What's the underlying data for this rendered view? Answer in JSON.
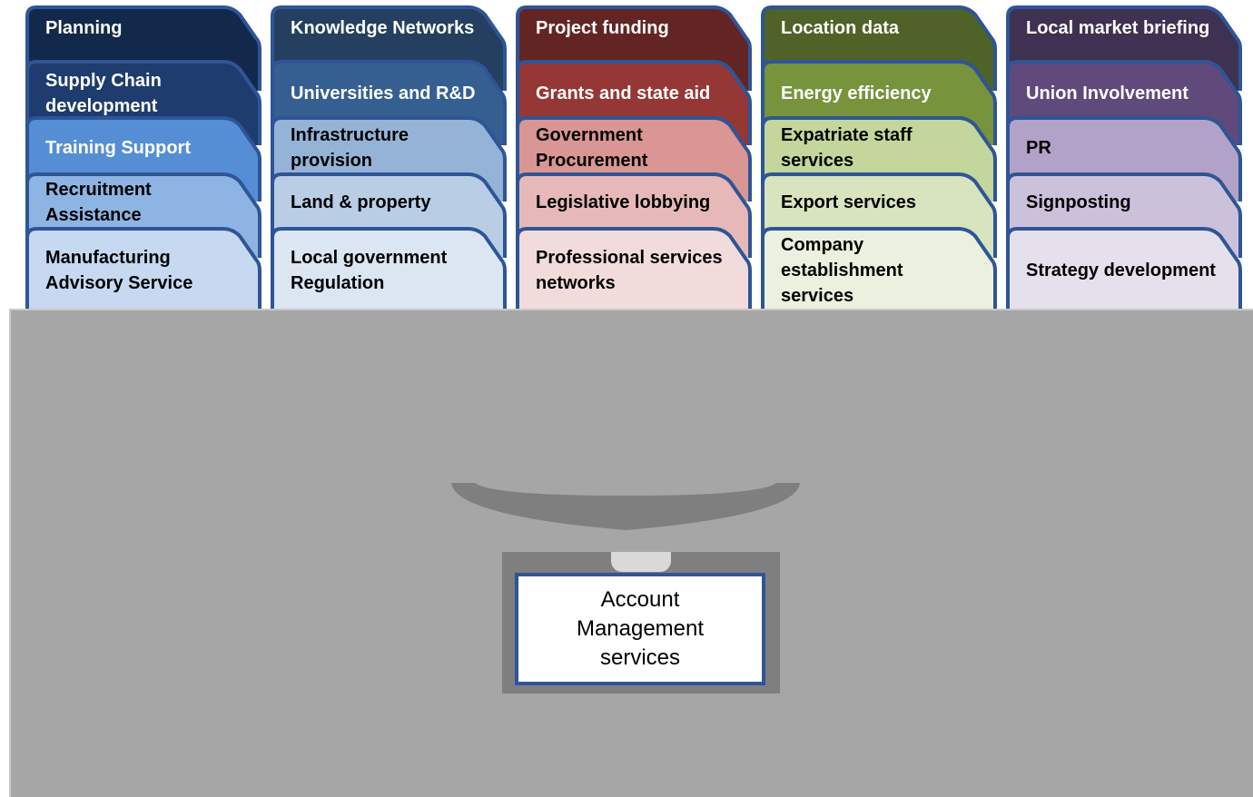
{
  "columns": [
    {
      "tabs": [
        {
          "label": "Planning",
          "fill": "#13294b"
        },
        {
          "label": "Supply Chain\ndevelopment",
          "fill": "#1f3c6e"
        },
        {
          "label": "Training Support",
          "fill": "#558ed5"
        },
        {
          "label": "Recruitment\nAssistance",
          "fill": "#8eb4e3"
        },
        {
          "label": "Manufacturing\nAdvisory Service",
          "fill": "#c6d9f1"
        }
      ]
    },
    {
      "tabs": [
        {
          "label": "Knowledge Networks",
          "fill": "#243f60"
        },
        {
          "label": "Universities and R&D",
          "fill": "#365f91"
        },
        {
          "label": "Infrastructure\nprovision",
          "fill": "#95b3d7"
        },
        {
          "label": "Land & property",
          "fill": "#b9cde5"
        },
        {
          "label": "Local government\nRegulation",
          "fill": "#dce6f2"
        }
      ]
    },
    {
      "tabs": [
        {
          "label": "Project funding",
          "fill": "#632523"
        },
        {
          "label": "Grants and state aid",
          "fill": "#953735"
        },
        {
          "label": "Government\nProcurement",
          "fill": "#d99694"
        },
        {
          "label": "Legislative lobbying",
          "fill": "#e6b9b8"
        },
        {
          "label": "Professional services\nnetworks",
          "fill": "#f2dcdb"
        }
      ]
    },
    {
      "tabs": [
        {
          "label": "Location data",
          "fill": "#4f6228"
        },
        {
          "label": "Energy efficiency",
          "fill": "#77933c"
        },
        {
          "label": "Expatriate staff\nservices",
          "fill": "#c3d69b"
        },
        {
          "label": "Export services",
          "fill": "#d7e4bd"
        },
        {
          "label": "Company\nestablishment\nservices",
          "fill": "#ebf1de"
        }
      ]
    },
    {
      "tabs": [
        {
          "label": "Local market briefing",
          "fill": "#3f3151"
        },
        {
          "label": "Union Involvement",
          "fill": "#604a7b"
        },
        {
          "label": "PR",
          "fill": "#b3a2c7"
        },
        {
          "label": "Signposting",
          "fill": "#ccc1da"
        },
        {
          "label": "Strategy development",
          "fill": "#e6e0ec"
        }
      ]
    }
  ],
  "tab_border_color": "#2e5597",
  "drawer": {
    "label": "Account\nManagement\nservices",
    "body_color": "#a6a6a6",
    "handle_color": "#7f7f7f"
  }
}
